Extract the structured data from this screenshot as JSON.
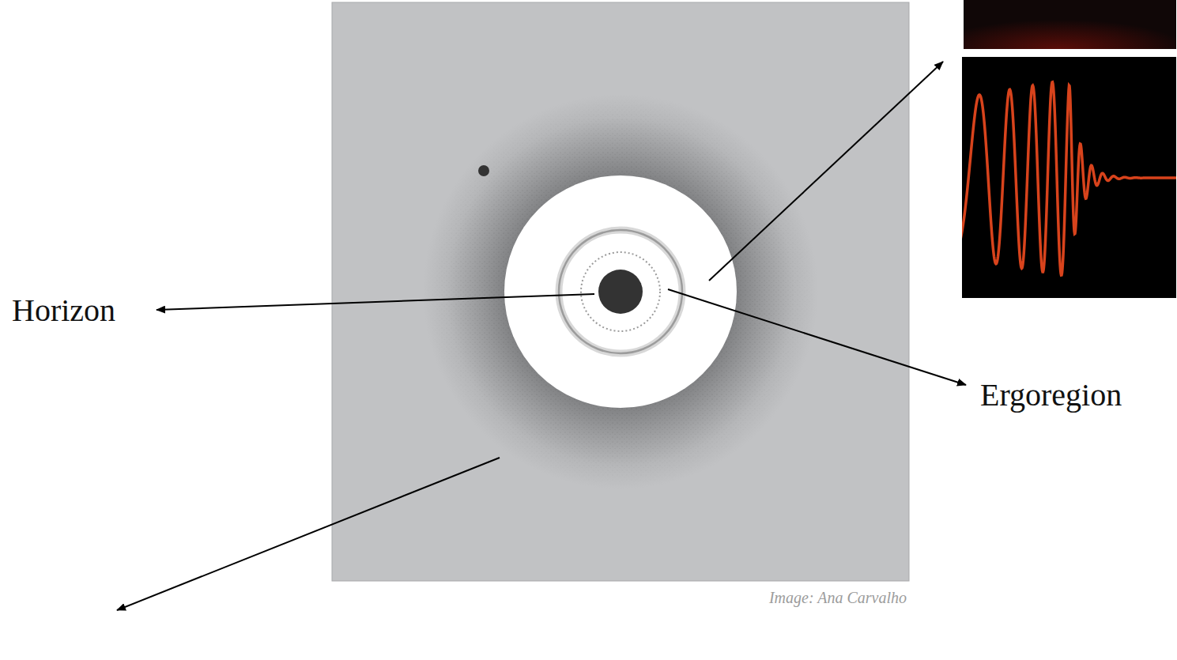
{
  "diagram": {
    "labels": [
      "Horizon",
      "Ergoregion",
      "Image: Ana Carvalho"
    ]
  }
}
